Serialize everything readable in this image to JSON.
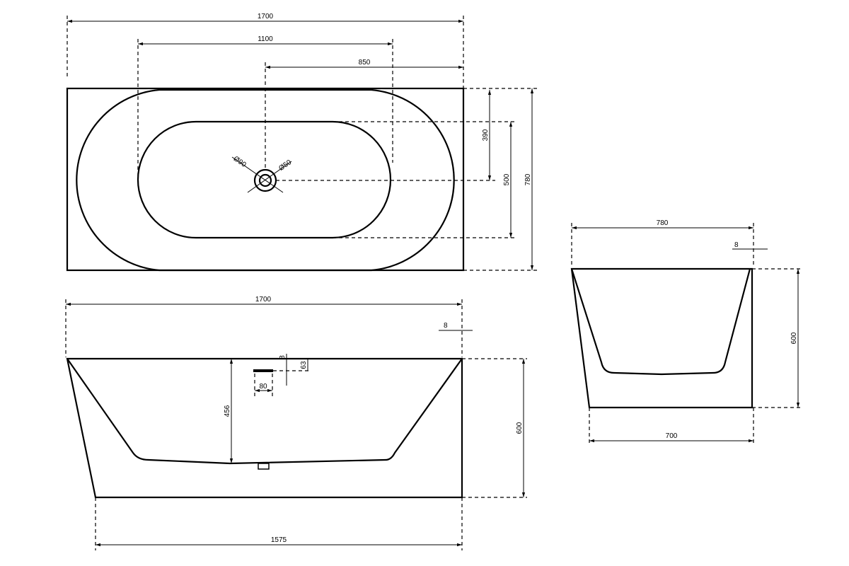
{
  "title": "Bathtub technical drawing",
  "top_view": {
    "dim_length": "1700",
    "dim_inner": "1100",
    "dim_drain_offset": "850",
    "dim_drain_depth": "390",
    "dim_inner_width": "500",
    "dim_width": "780",
    "drain_outer": "Ø90",
    "drain_inner": "Ø50"
  },
  "front_view": {
    "dim_top": "1700",
    "dim_bottom": "1575",
    "dim_height": "600",
    "dim_depth": "456",
    "dim_rim": "8",
    "dim_overflow_width": "80",
    "dim_overflow_height": "63",
    "dim_overflow_offset": "8"
  },
  "side_view": {
    "dim_top": "780",
    "dim_bottom": "700",
    "dim_height": "600",
    "dim_rim": "8"
  }
}
